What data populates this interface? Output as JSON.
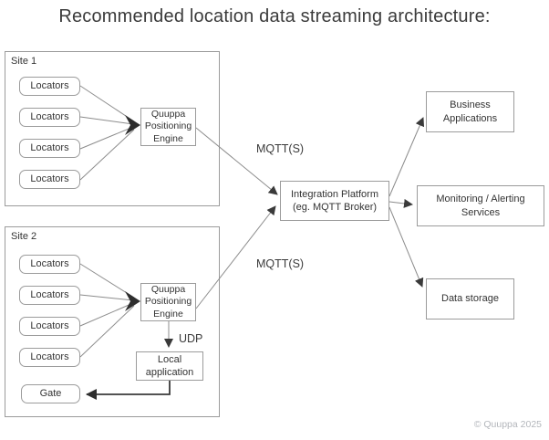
{
  "title": "Recommended location data streaming architecture:",
  "sites": [
    {
      "label": "Site 1",
      "locators": [
        "Locators",
        "Locators",
        "Locators",
        "Locators"
      ],
      "engine": "Quuppa\nPositioning\nEngine"
    },
    {
      "label": "Site 2",
      "locators": [
        "Locators",
        "Locators",
        "Locators",
        "Locators"
      ],
      "engine": "Quuppa\nPositioning\nEngine"
    }
  ],
  "integration_platform": "Integration Platform\n(eg. MQTT Broker)",
  "outputs": {
    "business": "Business\nApplications",
    "monitoring": "Monitoring / Alerting\nServices",
    "storage": "Data storage"
  },
  "site2_extra": {
    "local_app": "Local\napplication",
    "gate": "Gate"
  },
  "edge_labels": {
    "mqtt_top": "MQTT(S)",
    "mqtt_bottom": "MQTT(S)",
    "udp": "UDP"
  },
  "footer": {
    "copyright": "© Quuppa 2025"
  },
  "colors": {
    "line": "#8c8c8c",
    "arrowhead": "#3a3a3a",
    "box_border": "#9b9b9b",
    "text": "#333333",
    "copyright_text": "#b3b6bb"
  }
}
